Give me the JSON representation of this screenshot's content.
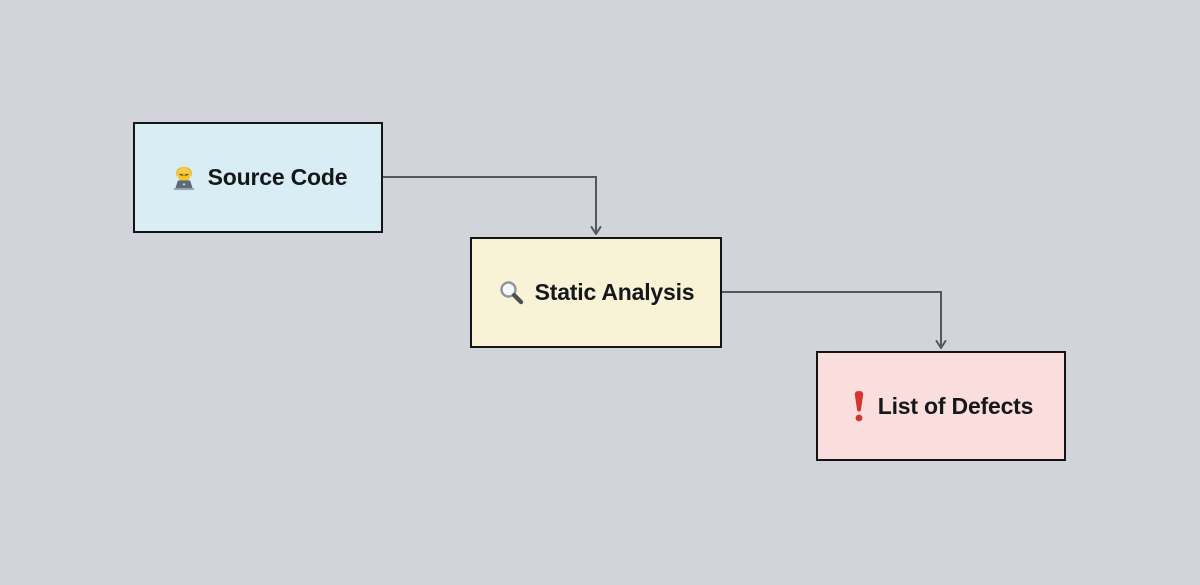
{
  "diagram": {
    "canvas_background": "#d1d5db",
    "connector_color": "#54585d",
    "text_color": "#15171a",
    "nodes": [
      {
        "id": "source-code",
        "label": "Source Code",
        "icon": "technologist-emoji",
        "emoji": "🧑‍💻",
        "fill": "#d9edf4",
        "border": "#141414"
      },
      {
        "id": "static-analysis",
        "label": "Static Analysis",
        "icon": "magnifying-glass-emoji",
        "emoji": "🔍",
        "fill": "#f8f3d6",
        "border": "#141414"
      },
      {
        "id": "list-of-defects",
        "label": "List of Defects",
        "icon": "red-exclamation-emoji",
        "emoji": "❗",
        "fill": "#f9dedd",
        "border": "#141414"
      }
    ],
    "edges": [
      {
        "from": "source-code",
        "to": "static-analysis"
      },
      {
        "from": "static-analysis",
        "to": "list-of-defects"
      }
    ]
  }
}
